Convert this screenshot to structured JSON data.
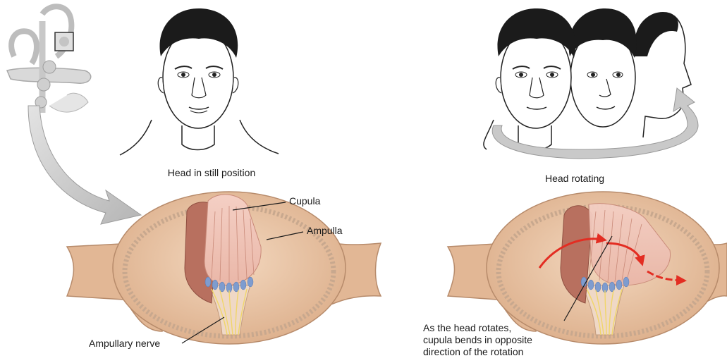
{
  "captions": {
    "left": "Head in still position",
    "right": "Head rotating"
  },
  "labels": {
    "cupula": "Cupula",
    "ampulla": "Ampulla",
    "ampullary_nerve": "Ampullary nerve",
    "rotation_note": [
      "As the head rotates,",
      "cupula bends in opposite",
      "direction of the rotation"
    ]
  },
  "colors": {
    "ampulla_fill": "#e9c3a2",
    "ampulla_edge": "#c99a78",
    "cupula_fill": "#f2c7bb",
    "cupula_wall": "#b8705f",
    "hair_cells": "#7e9ccf",
    "nerve": "#f0d66a",
    "arrow_gray": "#c7c7c7",
    "rotation_arrow": "#e32d22",
    "hair": "#1b1b1b"
  },
  "icons": [
    "inner-ear-icon",
    "curved-arrow-icon",
    "rotation-arrow-icon"
  ]
}
